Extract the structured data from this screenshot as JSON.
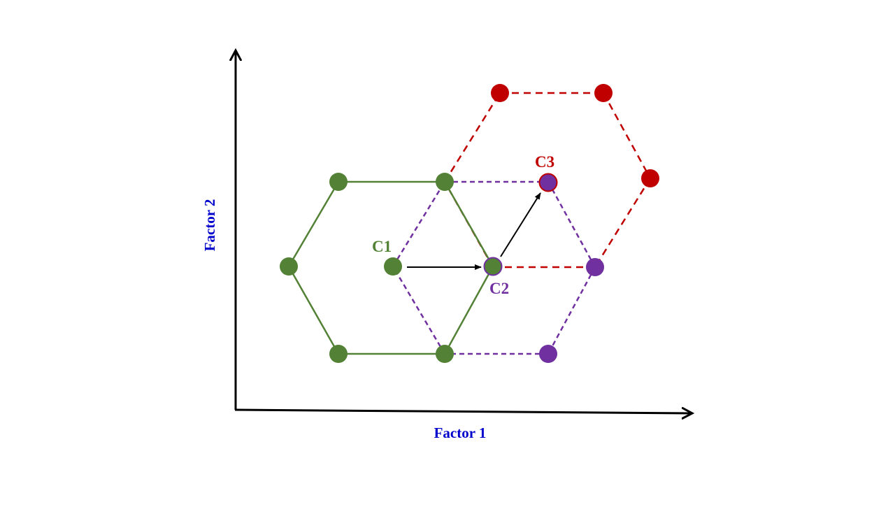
{
  "axes": {
    "x_label": "Factor 1",
    "y_label": "Factor 2",
    "label_color": "#0000CC",
    "axis_color": "#000000"
  },
  "labels": {
    "c1": "C1",
    "c2": "C2",
    "c3": "C3"
  },
  "colors": {
    "green": "#538135",
    "purple": "#7030A0",
    "red": "#C00000",
    "arrow": "#000000"
  },
  "hexagons": [
    {
      "name": "green",
      "style": "solid"
    },
    {
      "name": "purple",
      "style": "dashed"
    },
    {
      "name": "red",
      "style": "dashed"
    }
  ]
}
